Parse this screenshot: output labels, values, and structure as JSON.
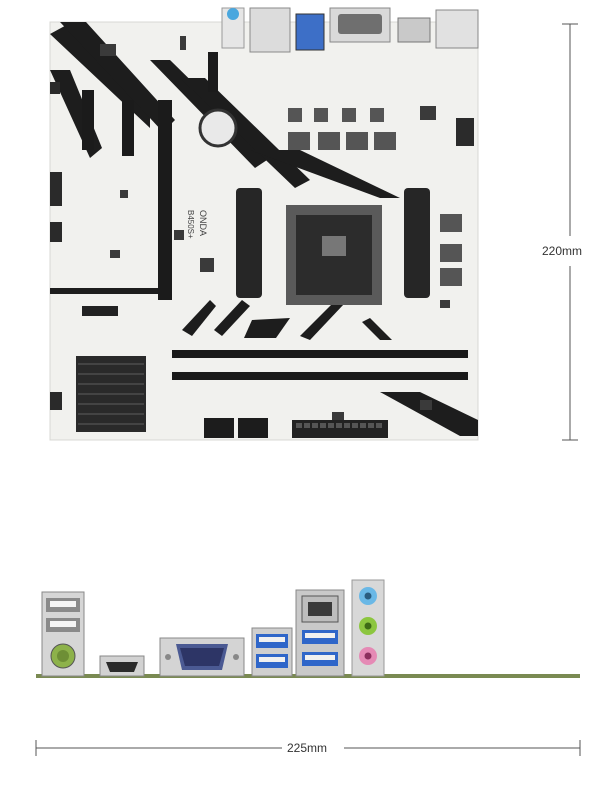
{
  "dimensions": {
    "height_label": "220mm",
    "width_label": "225mm"
  },
  "board": {
    "silkscreen_brand": "ONDA",
    "silkscreen_model": "B450S+"
  },
  "io_panel": {
    "ports": [
      "usb-2.0-pair",
      "ps2-port",
      "hdmi-port",
      "vga-port",
      "usb-3.0-pair",
      "rj45-usb-3.0-stack",
      "audio-jacks"
    ]
  },
  "colors": {
    "pcb": "#f1f1ee",
    "stripe": "#1d1d1d",
    "heatsink": "#2a2a2a",
    "usb3_blue": "#2f66c9",
    "audio_blue": "#6ab8e6",
    "audio_green": "#8cc63f",
    "audio_pink": "#e58ab5",
    "panel_line": "#7a8a52"
  }
}
